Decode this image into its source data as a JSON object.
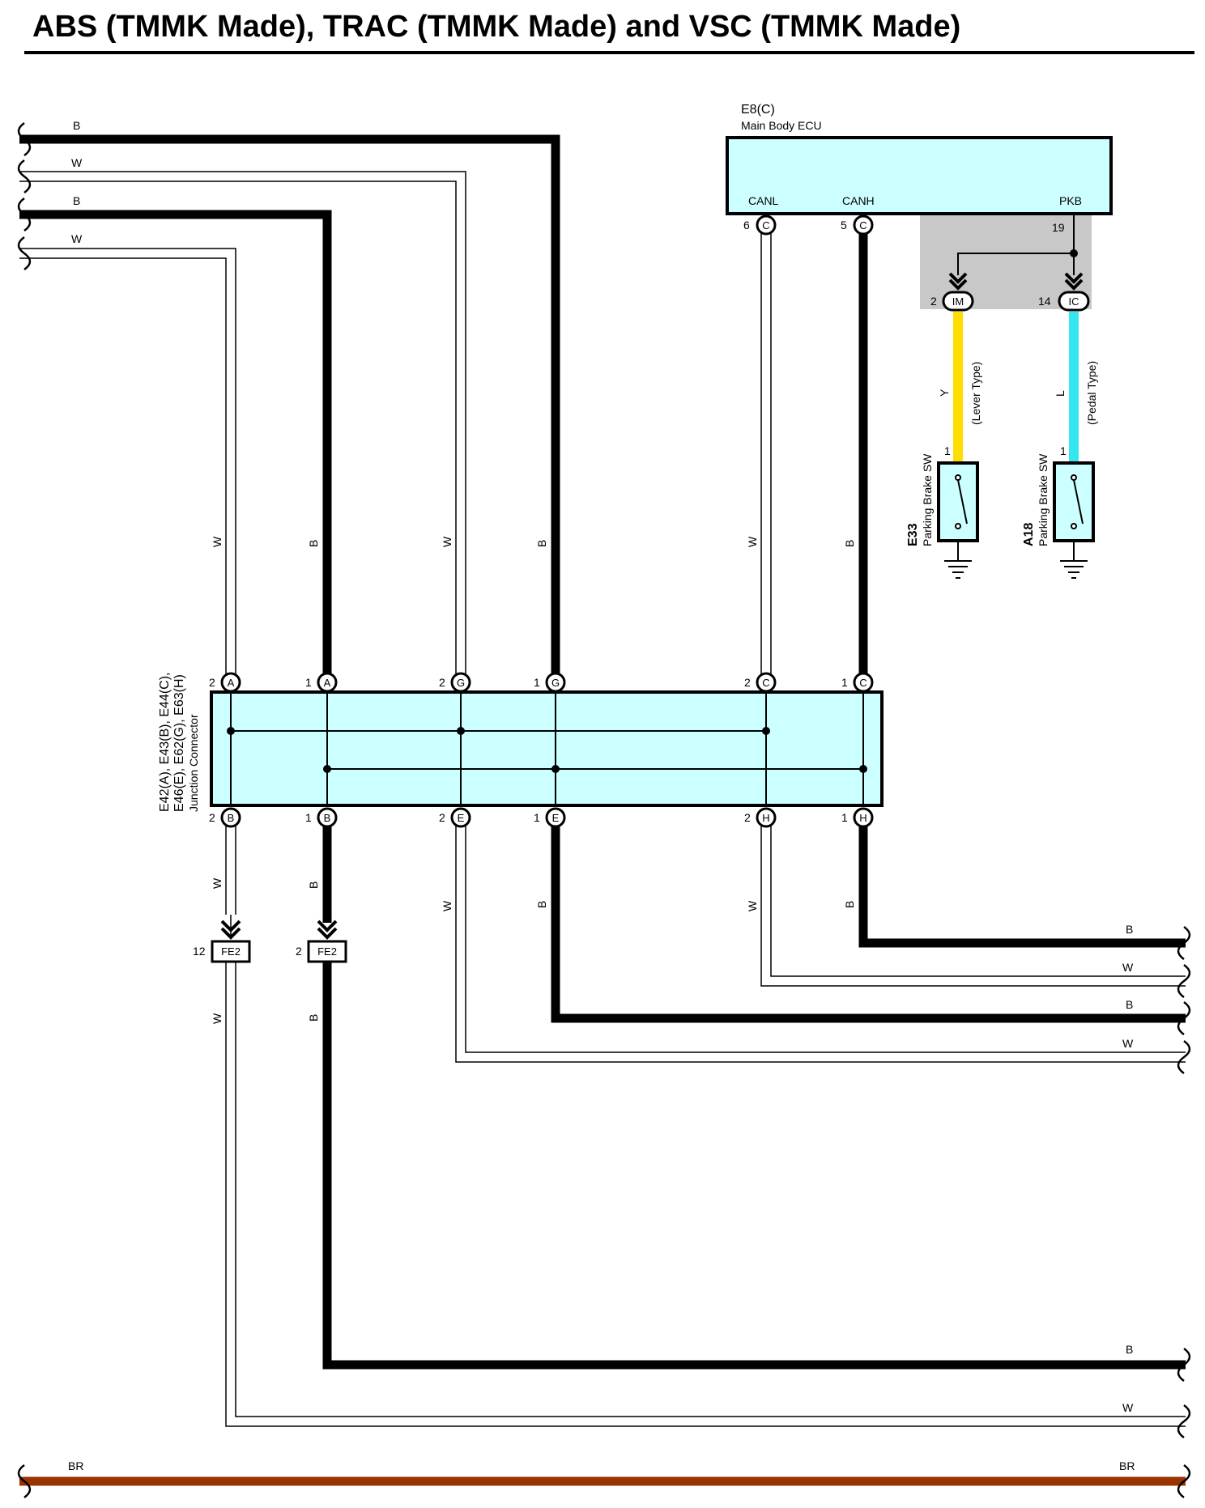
{
  "title": "ABS (TMMK Made), TRAC (TMMK Made) and VSC (TMMK Made)",
  "ecu": {
    "ref": "E8(C)",
    "name": "Main Body ECU",
    "terminals": [
      "CANL",
      "CANH",
      "PKB"
    ],
    "pin_canl": "6",
    "pin_canh": "5",
    "pin_pkb": "19",
    "conn_letter": "C",
    "color": "#ccffff"
  },
  "sub_connectors": {
    "im": {
      "pin": "2",
      "label": "IM"
    },
    "ic": {
      "pin": "14",
      "label": "IC"
    },
    "shade_color": "#c8c8c8"
  },
  "parking_switches": {
    "lever": {
      "ref": "E33",
      "name": "Parking Brake SW",
      "pin": "1",
      "wire": "Y",
      "note": "(Lever Type)",
      "color": "#ffdd00"
    },
    "pedal": {
      "ref": "A18",
      "name": "Parking Brake SW",
      "pin": "1",
      "wire": "L",
      "note": "(Pedal Type)",
      "color": "#33e6f0"
    }
  },
  "junction": {
    "line1": "E42(A), E43(B), E44(C),",
    "line2": "E46(E), E62(G), E63(H)",
    "name": "Junction Connector",
    "top_pins": [
      {
        "num": "2",
        "letter": "A"
      },
      {
        "num": "1",
        "letter": "A"
      },
      {
        "num": "2",
        "letter": "G"
      },
      {
        "num": "1",
        "letter": "G"
      },
      {
        "num": "2",
        "letter": "C"
      },
      {
        "num": "1",
        "letter": "C"
      }
    ],
    "bottom_pins": [
      {
        "num": "2",
        "letter": "B"
      },
      {
        "num": "1",
        "letter": "B"
      },
      {
        "num": "2",
        "letter": "E"
      },
      {
        "num": "1",
        "letter": "E"
      },
      {
        "num": "2",
        "letter": "H"
      },
      {
        "num": "1",
        "letter": "H"
      }
    ],
    "color": "#ccffff"
  },
  "fe2": [
    {
      "pin": "12",
      "label": "FE2"
    },
    {
      "pin": "2",
      "label": "FE2"
    }
  ],
  "wire_colors": {
    "black": "B",
    "white": "W",
    "brown": "BR",
    "brown_hex": "#993300"
  },
  "left_wire_labels": [
    "B",
    "W",
    "B",
    "W"
  ],
  "right_wire_labels": [
    "B",
    "W",
    "B",
    "W",
    "B",
    "W"
  ],
  "vertical_wire_labels": {
    "upper": [
      "W",
      "B",
      "W",
      "B",
      "W",
      "B"
    ],
    "lower": [
      "W",
      "B",
      "W",
      "B",
      "W",
      "B"
    ],
    "fe2_below": [
      "W",
      "B"
    ]
  },
  "br_labels": [
    "BR",
    "BR"
  ]
}
